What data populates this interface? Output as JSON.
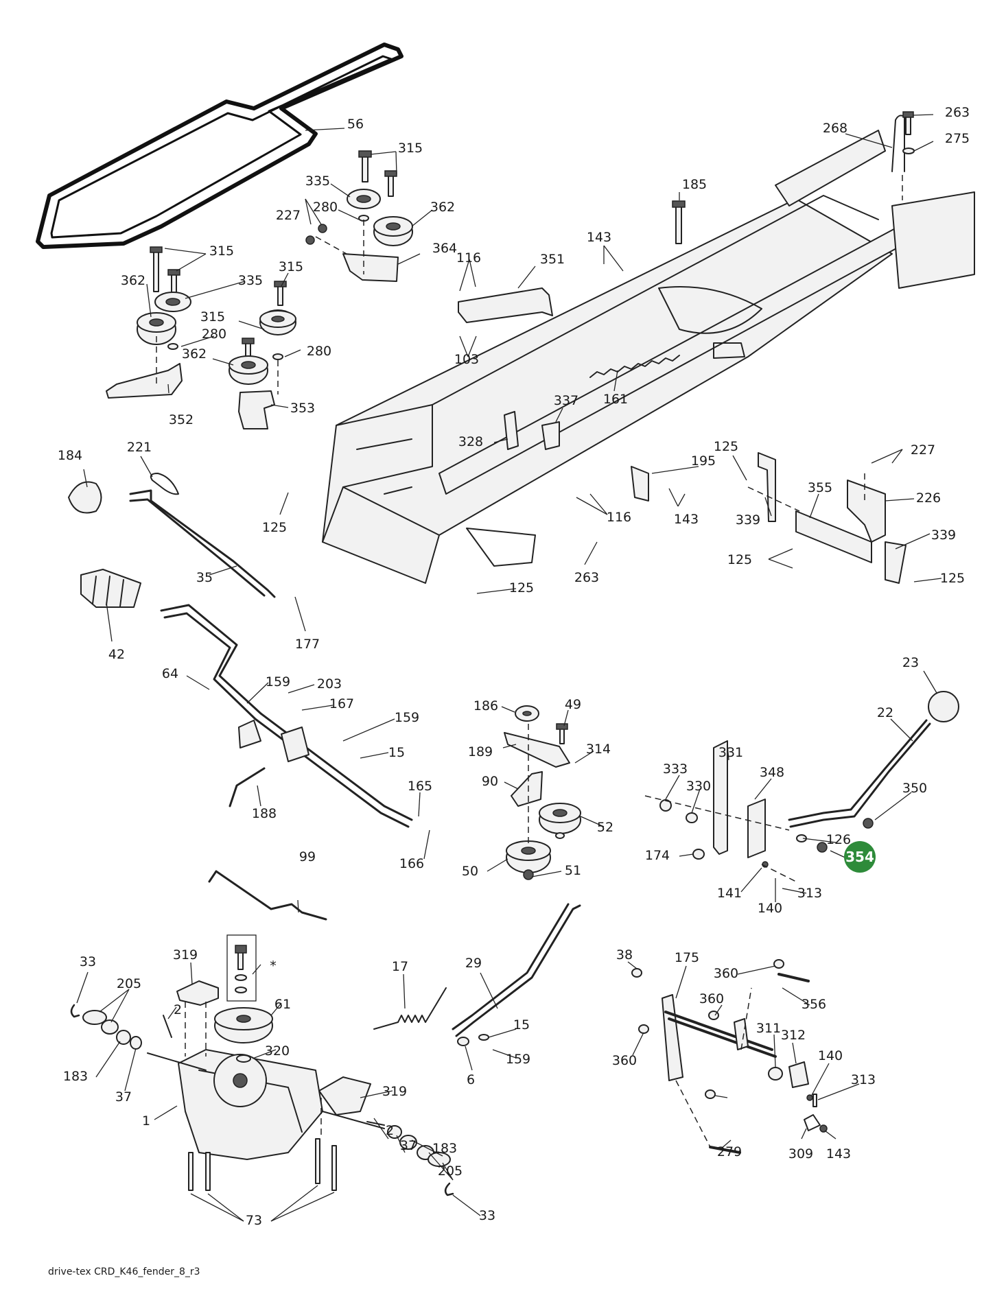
{
  "highlight_color": "#2e8b3a",
  "highlighted_part": "354",
  "callouts": [
    {
      "id": "56",
      "label": "56"
    },
    {
      "id": "315a",
      "label": "315"
    },
    {
      "id": "335a",
      "label": "335"
    },
    {
      "id": "280a",
      "label": "280"
    },
    {
      "id": "362a",
      "label": "362"
    },
    {
      "id": "227a",
      "label": "227"
    },
    {
      "id": "364",
      "label": "364"
    },
    {
      "id": "315b",
      "label": "315"
    },
    {
      "id": "362b",
      "label": "362"
    },
    {
      "id": "335b",
      "label": "335"
    },
    {
      "id": "315c",
      "label": "315"
    },
    {
      "id": "280b",
      "label": "280"
    },
    {
      "id": "315d",
      "label": "315"
    },
    {
      "id": "362c",
      "label": "362"
    },
    {
      "id": "280c",
      "label": "280"
    },
    {
      "id": "352",
      "label": "352"
    },
    {
      "id": "353",
      "label": "353"
    },
    {
      "id": "116a",
      "label": "116"
    },
    {
      "id": "351",
      "label": "351"
    },
    {
      "id": "103",
      "label": "103"
    },
    {
      "id": "143a",
      "label": "143"
    },
    {
      "id": "185",
      "label": "185"
    },
    {
      "id": "268",
      "label": "268"
    },
    {
      "id": "263a",
      "label": "263"
    },
    {
      "id": "275",
      "label": "275"
    },
    {
      "id": "161",
      "label": "161"
    },
    {
      "id": "337",
      "label": "337"
    },
    {
      "id": "328",
      "label": "328"
    },
    {
      "id": "195",
      "label": "195"
    },
    {
      "id": "143b",
      "label": "143"
    },
    {
      "id": "116b",
      "label": "116"
    },
    {
      "id": "263b",
      "label": "263"
    },
    {
      "id": "125a",
      "label": "125"
    },
    {
      "id": "125b",
      "label": "125"
    },
    {
      "id": "227b",
      "label": "227"
    },
    {
      "id": "355",
      "label": "355"
    },
    {
      "id": "226",
      "label": "226"
    },
    {
      "id": "339a",
      "label": "339"
    },
    {
      "id": "339b",
      "label": "339"
    },
    {
      "id": "125c",
      "label": "125"
    },
    {
      "id": "125d",
      "label": "125"
    },
    {
      "id": "184",
      "label": "184"
    },
    {
      "id": "221",
      "label": "221"
    },
    {
      "id": "125e",
      "label": "125"
    },
    {
      "id": "35",
      "label": "35"
    },
    {
      "id": "42",
      "label": "42"
    },
    {
      "id": "177",
      "label": "177"
    },
    {
      "id": "64",
      "label": "64"
    },
    {
      "id": "159a",
      "label": "159"
    },
    {
      "id": "203",
      "label": "203"
    },
    {
      "id": "167",
      "label": "167"
    },
    {
      "id": "159b",
      "label": "159"
    },
    {
      "id": "15a",
      "label": "15"
    },
    {
      "id": "165",
      "label": "165"
    },
    {
      "id": "188",
      "label": "188"
    },
    {
      "id": "166",
      "label": "166"
    },
    {
      "id": "186",
      "label": "186"
    },
    {
      "id": "49",
      "label": "49"
    },
    {
      "id": "189",
      "label": "189"
    },
    {
      "id": "314",
      "label": "314"
    },
    {
      "id": "90",
      "label": "90"
    },
    {
      "id": "52",
      "label": "52"
    },
    {
      "id": "50",
      "label": "50"
    },
    {
      "id": "51",
      "label": "51"
    },
    {
      "id": "23",
      "label": "23"
    },
    {
      "id": "22",
      "label": "22"
    },
    {
      "id": "331",
      "label": "331"
    },
    {
      "id": "333",
      "label": "333"
    },
    {
      "id": "330",
      "label": "330"
    },
    {
      "id": "348",
      "label": "348"
    },
    {
      "id": "350",
      "label": "350"
    },
    {
      "id": "126",
      "label": "126"
    },
    {
      "id": "174",
      "label": "174"
    },
    {
      "id": "141",
      "label": "141"
    },
    {
      "id": "140a",
      "label": "140"
    },
    {
      "id": "313a",
      "label": "313"
    },
    {
      "id": "99",
      "label": "99"
    },
    {
      "id": "33a",
      "label": "33"
    },
    {
      "id": "319a",
      "label": "319"
    },
    {
      "id": "star",
      "label": "*"
    },
    {
      "id": "205a",
      "label": "205"
    },
    {
      "id": "2a",
      "label": "2"
    },
    {
      "id": "61",
      "label": "61"
    },
    {
      "id": "183a",
      "label": "183"
    },
    {
      "id": "37a",
      "label": "37"
    },
    {
      "id": "320",
      "label": "320"
    },
    {
      "id": "1",
      "label": "1"
    },
    {
      "id": "319b",
      "label": "319"
    },
    {
      "id": "2b",
      "label": "2"
    },
    {
      "id": "37b",
      "label": "37"
    },
    {
      "id": "183b",
      "label": "183"
    },
    {
      "id": "205b",
      "label": "205"
    },
    {
      "id": "33b",
      "label": "33"
    },
    {
      "id": "73",
      "label": "73"
    },
    {
      "id": "17",
      "label": "17"
    },
    {
      "id": "29",
      "label": "29"
    },
    {
      "id": "15b",
      "label": "15"
    },
    {
      "id": "6",
      "label": "6"
    },
    {
      "id": "159c",
      "label": "159"
    },
    {
      "id": "38",
      "label": "38"
    },
    {
      "id": "175",
      "label": "175"
    },
    {
      "id": "360a",
      "label": "360"
    },
    {
      "id": "356",
      "label": "356"
    },
    {
      "id": "360b",
      "label": "360"
    },
    {
      "id": "311",
      "label": "311"
    },
    {
      "id": "312",
      "label": "312"
    },
    {
      "id": "140b",
      "label": "140"
    },
    {
      "id": "313b",
      "label": "313"
    },
    {
      "id": "360c",
      "label": "360"
    },
    {
      "id": "279",
      "label": "279"
    },
    {
      "id": "309",
      "label": "309"
    },
    {
      "id": "143c",
      "label": "143"
    }
  ],
  "caption": "drive-tex CRD_K46_fender_8_r3"
}
